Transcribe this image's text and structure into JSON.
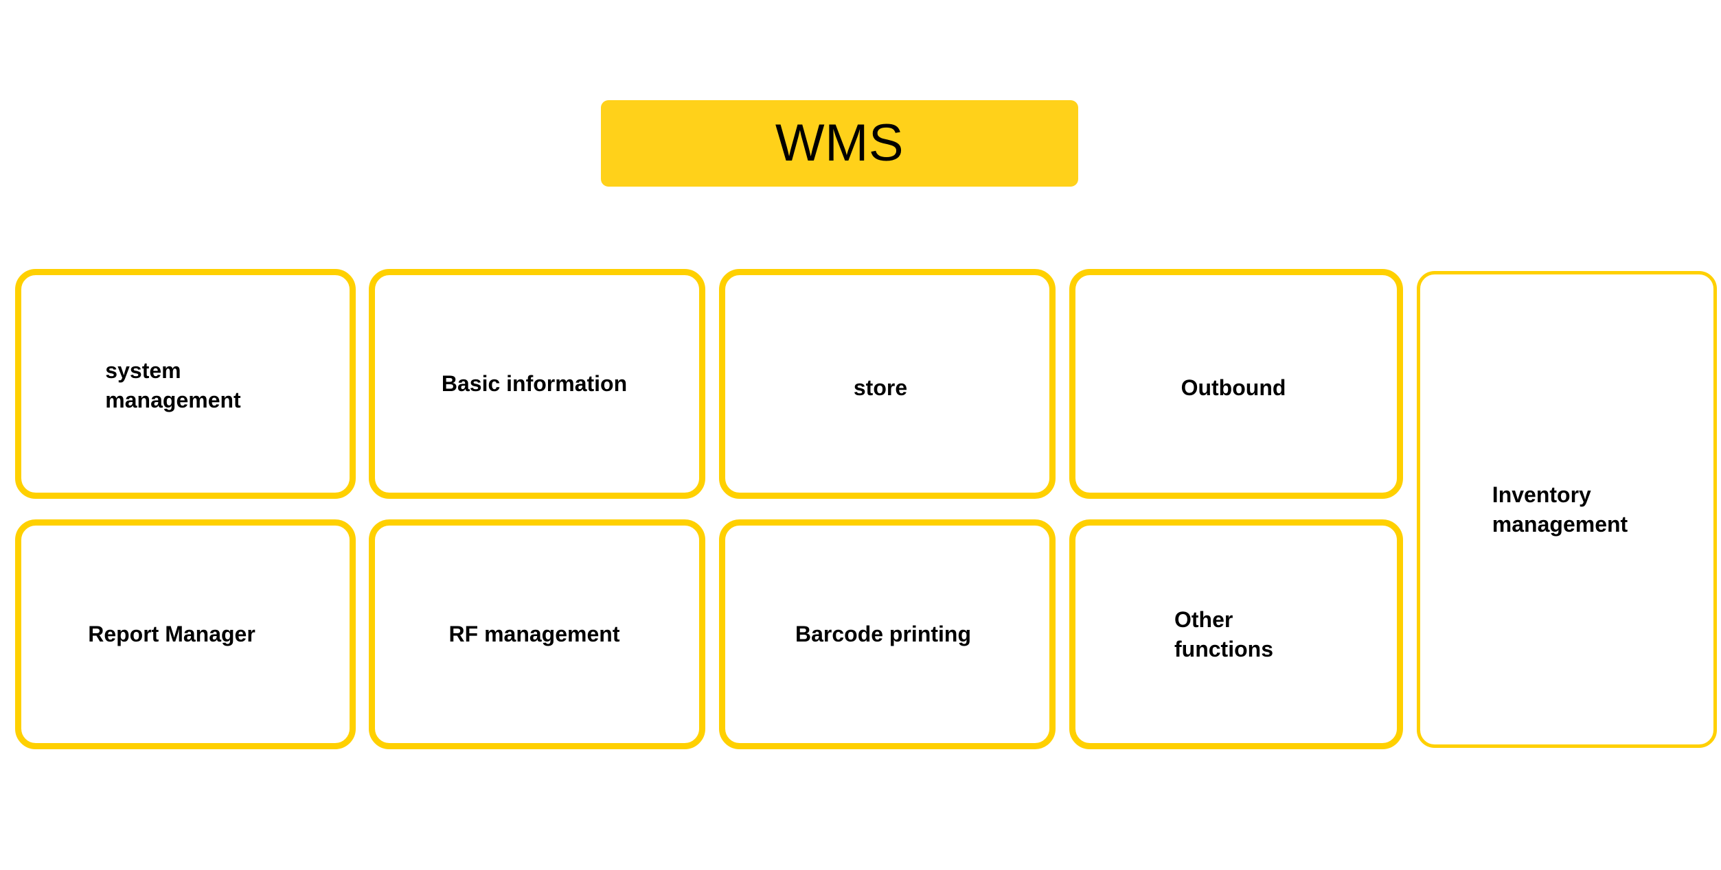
{
  "diagram": {
    "title": "WMS",
    "type": "hierarchy",
    "colors": {
      "node_fill": "#FFD11A",
      "box_border": "#FFD000",
      "box_fill": "#FFFFFF",
      "text": "#000000",
      "background": "#FFFFFF"
    },
    "root": {
      "label": "WMS"
    },
    "modules": [
      {
        "id": "system-management",
        "label": "system\nmanagement",
        "row": 1,
        "column": 1
      },
      {
        "id": "basic-information",
        "label": "Basic information",
        "row": 1,
        "column": 2
      },
      {
        "id": "store",
        "label": "store",
        "row": 1,
        "column": 3
      },
      {
        "id": "outbound",
        "label": "Outbound",
        "row": 1,
        "column": 4
      },
      {
        "id": "inventory-management",
        "label": "Inventory\nmanagement",
        "row": "1-2",
        "column": 5
      },
      {
        "id": "report-manager",
        "label": "Report Manager",
        "row": 2,
        "column": 1
      },
      {
        "id": "rf-management",
        "label": "RF management",
        "row": 2,
        "column": 2
      },
      {
        "id": "barcode-printing",
        "label": "Barcode printing",
        "row": 2,
        "column": 3
      },
      {
        "id": "other-functions",
        "label": "Other\nfunctions",
        "row": 2,
        "column": 4
      }
    ]
  }
}
